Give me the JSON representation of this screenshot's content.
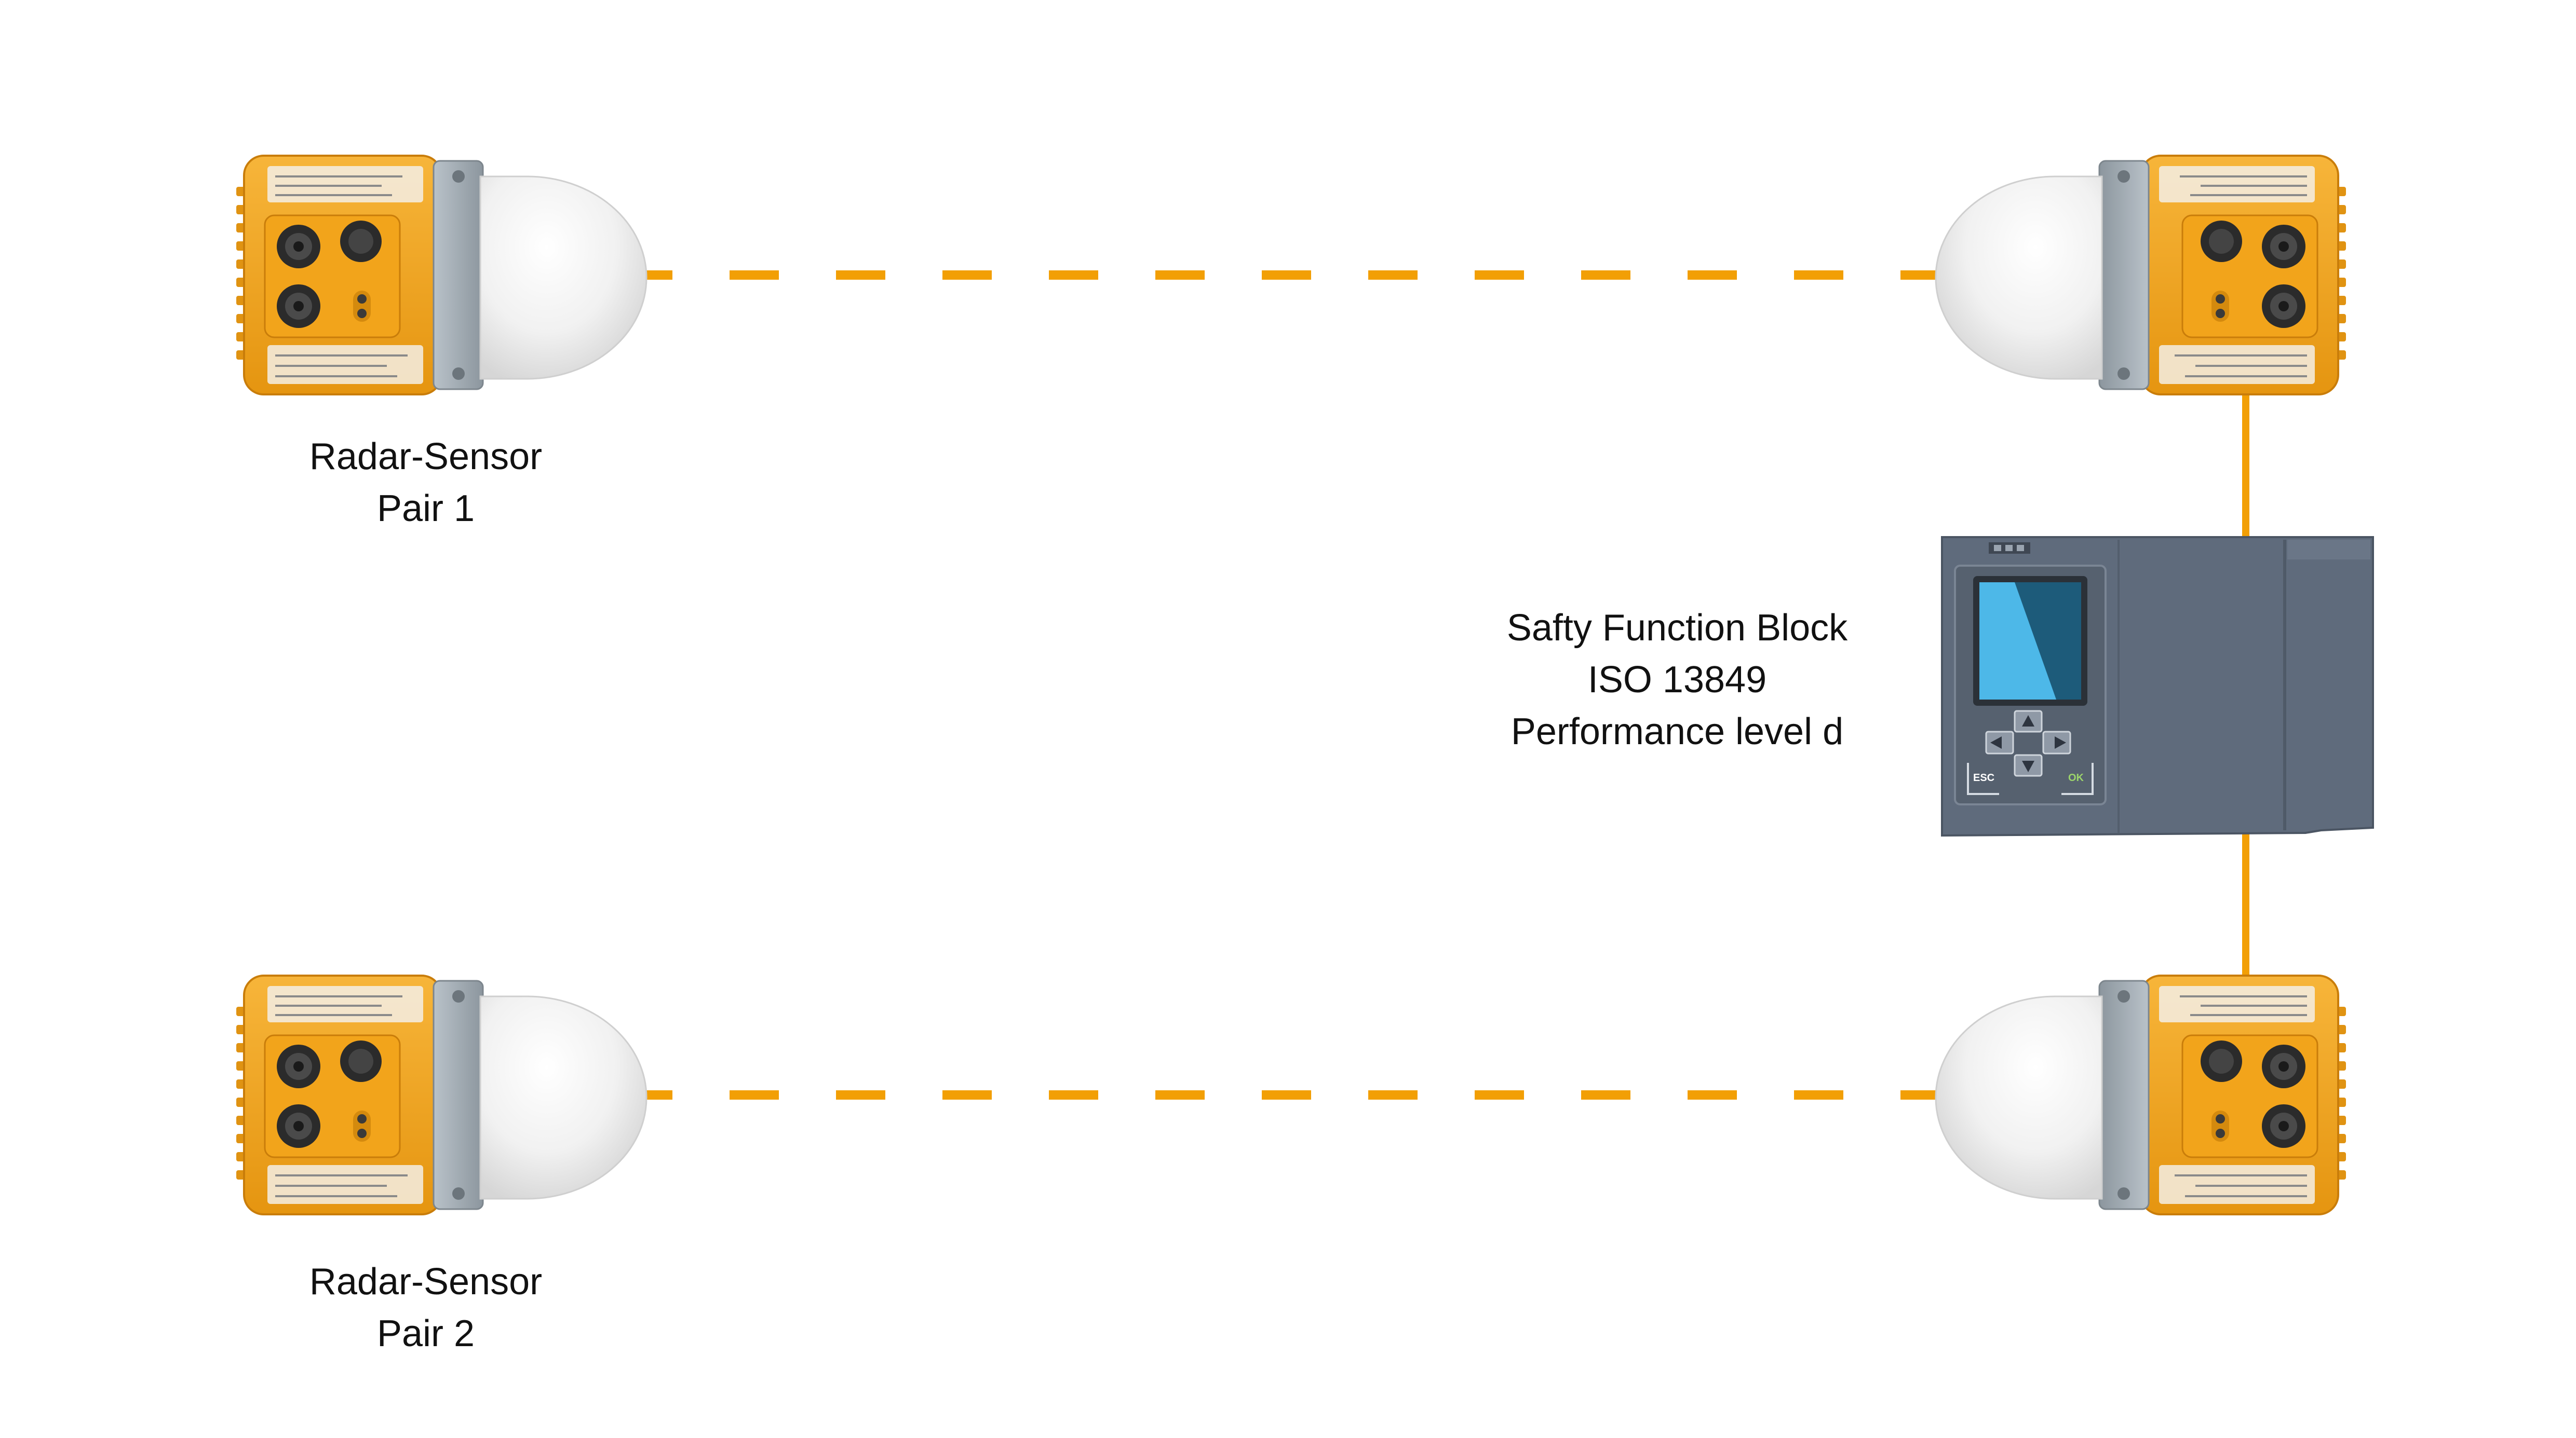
{
  "labels": {
    "pair1": {
      "line1": "Radar-Sensor",
      "line2": "Pair 1"
    },
    "pair2": {
      "line1": "Radar-Sensor",
      "line2": "Pair 2"
    },
    "safety_block": {
      "line1": "Safty Function Block",
      "line2": "ISO 13849",
      "line3": "Performance level d"
    }
  },
  "controller": {
    "esc_label": "ESC",
    "ok_label": "OK"
  },
  "colors": {
    "beam": "#F29F05",
    "sensor_body": "#F4A81D",
    "dome": "#EDEDED",
    "controller": "#5F6B7C",
    "screen": "#4DB8E8"
  }
}
